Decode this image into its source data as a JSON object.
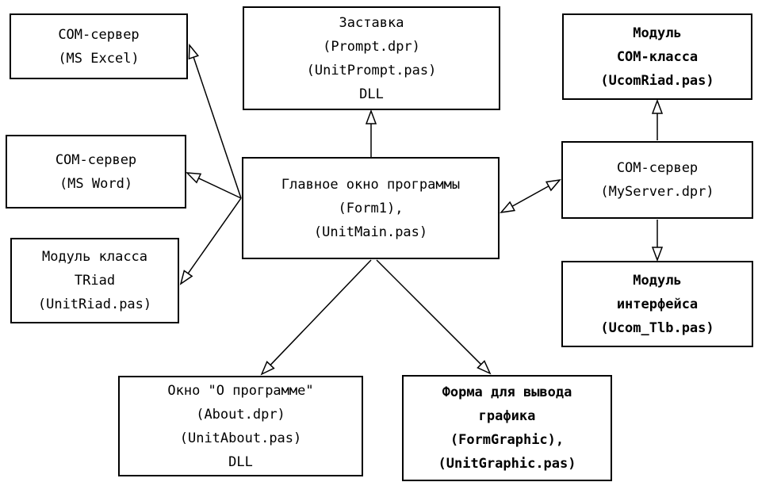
{
  "nodes": {
    "excel": {
      "lines": [
        "COM-сервер",
        "(MS Excel)"
      ]
    },
    "word": {
      "lines": [
        "COM-сервер",
        "(MS Word)"
      ]
    },
    "triad": {
      "lines": [
        "Модуль класса",
        "TRiad",
        "(UnitRiad.pas)"
      ]
    },
    "prompt": {
      "lines": [
        "Заставка",
        "(Prompt.dpr)",
        "(UnitPrompt.pas)",
        "DLL"
      ]
    },
    "main": {
      "lines": [
        "Главное окно программы",
        "(Form1),",
        "(UnitMain.pas)"
      ]
    },
    "comclass": {
      "lines": [
        "Модуль",
        "COM-класса",
        "(UcomRiad.pas)"
      ]
    },
    "myserver": {
      "lines": [
        "COM-сервер",
        "(MyServer.dpr)"
      ]
    },
    "interface": {
      "lines": [
        "Модуль",
        "интерфейса",
        "(Ucom_Tlb.pas)"
      ]
    },
    "about": {
      "lines": [
        "Окно \"О программе\"",
        "(About.dpr)",
        "(UnitAbout.pas)",
        "DLL"
      ]
    },
    "graphic": {
      "lines": [
        "Форма для вывода",
        "графика",
        "(FormGraphic),",
        "(UnitGraphic.pas)"
      ]
    }
  },
  "edges": [
    {
      "from": "main",
      "to": "excel",
      "arrow_end": true,
      "arrow_start": false
    },
    {
      "from": "main",
      "to": "word",
      "arrow_end": true,
      "arrow_start": false
    },
    {
      "from": "main",
      "to": "triad",
      "arrow_end": true,
      "arrow_start": false
    },
    {
      "from": "main",
      "to": "prompt",
      "arrow_end": true,
      "arrow_start": false
    },
    {
      "from": "main",
      "to": "myserver",
      "arrow_end": true,
      "arrow_start": true
    },
    {
      "from": "myserver",
      "to": "comclass",
      "arrow_end": true,
      "arrow_start": false
    },
    {
      "from": "myserver",
      "to": "interface",
      "arrow_end": true,
      "arrow_start": false
    },
    {
      "from": "main",
      "to": "about",
      "arrow_end": true,
      "arrow_start": false
    },
    {
      "from": "main",
      "to": "graphic",
      "arrow_end": true,
      "arrow_start": false
    }
  ]
}
